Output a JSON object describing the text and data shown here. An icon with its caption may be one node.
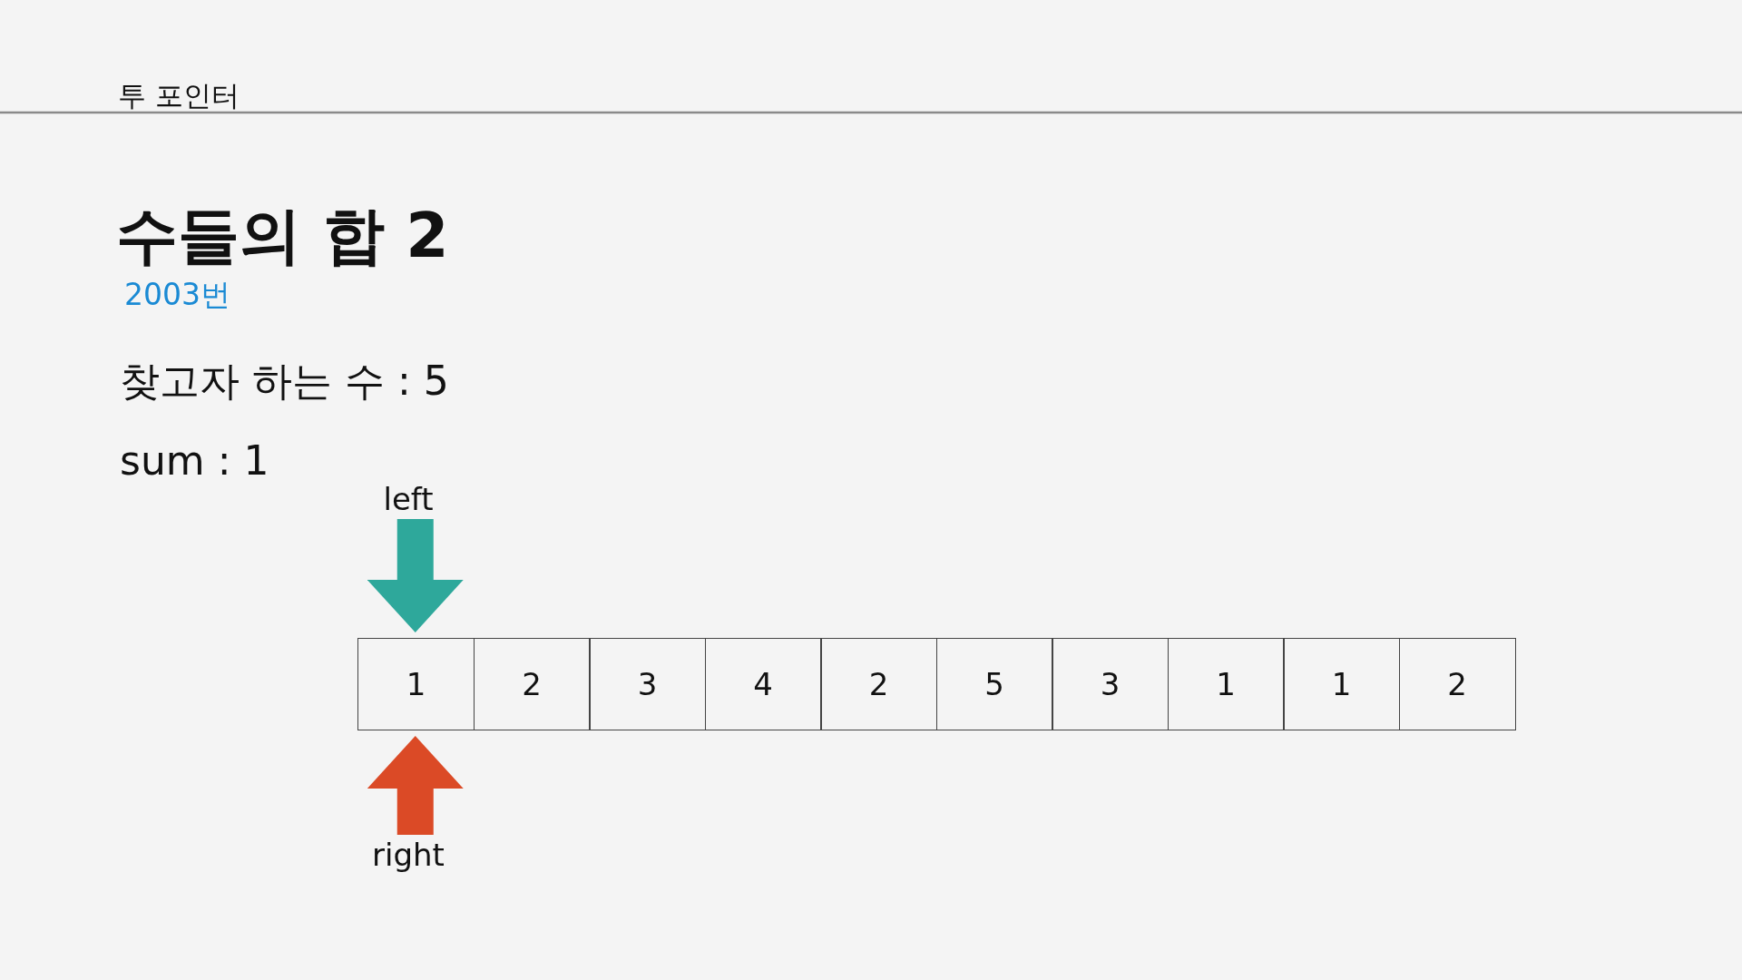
{
  "diagram": {
    "title": "수들의 합 2",
    "nodes": [
      {
        "text": [
          "left"
        ]
      },
      {
        "text": [
          "1"
        ]
      },
      {
        "text": [
          "2"
        ]
      },
      {
        "text": [
          "3"
        ]
      },
      {
        "text": [
          "4"
        ]
      },
      {
        "text": [
          "2"
        ]
      },
      {
        "text": [
          "5"
        ]
      },
      {
        "text": [
          "3"
        ]
      },
      {
        "text": [
          "1"
        ]
      },
      {
        "text": [
          "1"
        ]
      },
      {
        "text": [
          "2"
        ]
      },
      {
        "text": [
          "right"
        ]
      }
    ],
    "edges": [
      {
        "from": 0,
        "to": 1,
        "arrow": "to",
        "color": "#2ea89b"
      },
      {
        "from": 11,
        "to": 1,
        "arrow": "to",
        "color": "#db4a26"
      }
    ],
    "labels": [
      "투 포인터",
      "2003번",
      "찾고자 하는 수 : 5",
      "sum : 1"
    ]
  }
}
